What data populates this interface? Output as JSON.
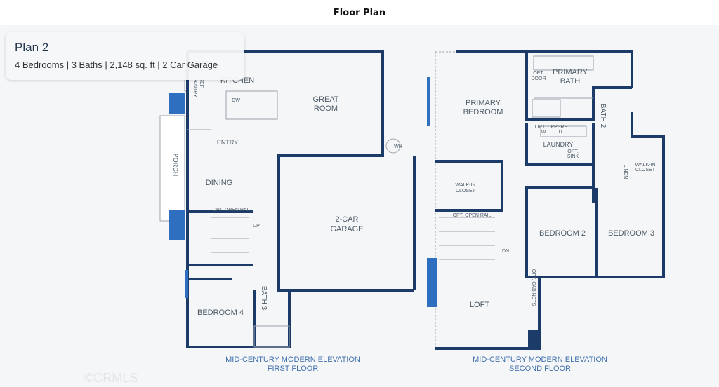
{
  "page": {
    "title": "Floor Plan"
  },
  "plan_card": {
    "name": "Plan 2",
    "specs": "4 Bedrooms | 3 Baths | 2,148 sq. ft | 2 Car Garage"
  },
  "colors": {
    "wall": "#1c3b68",
    "window": "#2f6fc0",
    "caption": "#3f6fae"
  },
  "first_floor": {
    "caption_line1": "MID-CENTURY MODERN ELEVATION",
    "caption_line2": "FIRST FLOOR",
    "rooms": {
      "kitchen": "KITCHEN",
      "great_room_1": "GREAT",
      "great_room_2": "ROOM",
      "entry": "ENTRY",
      "dining": "DINING",
      "porch": "PORCH",
      "garage_1": "2-CAR",
      "garage_2": "GARAGE",
      "bedroom4": "BEDROOM 4",
      "bath3": "BATH 3",
      "pantry": "PANTRY",
      "ref": "REF",
      "wh": "WH",
      "dw": "DW",
      "up": "UP",
      "opt_open_rail": "OPT. OPEN RAIL"
    }
  },
  "second_floor": {
    "caption_line1": "MID-CENTURY MODERN ELEVATION",
    "caption_line2": "SECOND FLOOR",
    "rooms": {
      "primary_bedroom_1": "PRIMARY",
      "primary_bedroom_2": "BEDROOM",
      "primary_bath_1": "PRIMARY",
      "primary_bath_2": "BATH",
      "opt_door_1": "OPT.",
      "opt_door_2": "DOOR",
      "opt_uppers": "OPT. UPPERS",
      "w": "W",
      "d": "D",
      "laundry": "LAUNDRY",
      "opt_sink_1": "OPT.",
      "opt_sink_2": "SINK",
      "bath2": "BATH 2",
      "walkin_1": "WALK-IN",
      "walkin_2": "CLOSET",
      "linen": "LINEN",
      "walkin2_1": "WALK-IN",
      "walkin2_2": "CLOSET",
      "bedroom2": "BEDROOM 2",
      "bedroom3": "BEDROOM 3",
      "loft": "LOFT",
      "dn": "DN",
      "opt_open_rail": "OPT. OPEN RAIL",
      "opt_cabinets": "OPT. CABINETS"
    }
  },
  "watermark": "©CRMLS"
}
